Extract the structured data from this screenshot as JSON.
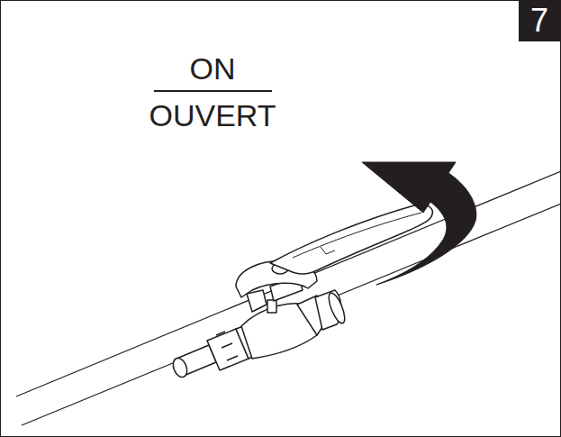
{
  "diagram": {
    "labels": [
      "ON",
      "OUVERT",
      "7"
    ]
  }
}
